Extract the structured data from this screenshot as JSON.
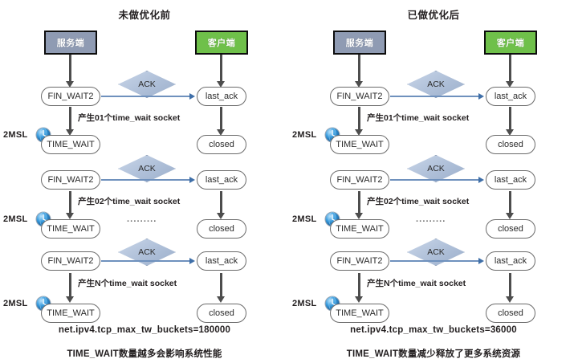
{
  "diagram": {
    "endpoints": {
      "server_label": "服务端",
      "client_label": "客户端",
      "server_color": "#8f9bb3",
      "client_color": "#6fc04a"
    },
    "states": {
      "fin_wait2": "FIN_WAIT2",
      "time_wait": "TIME_WAIT",
      "last_ack": "last_ack",
      "closed": "closed"
    },
    "message_label": "ACK",
    "msl_label": "2MSL",
    "ellipsis": "·········",
    "clock_icon_name": "clock-globe-icon"
  },
  "panels": [
    {
      "title": "未做优化前",
      "rows": [
        {
          "socket_note": "产生01个time_wait socket"
        },
        {
          "socket_note": "产生02个time_wait socket"
        },
        {
          "socket_note": "产生N个time_wait socket"
        }
      ],
      "sysctl": "net.ipv4.tcp_max_tw_buckets=180000",
      "summary": "TIME_WAIT数量越多会影响系统性能"
    },
    {
      "title": "已做优化后",
      "rows": [
        {
          "socket_note": "产生01个time_wait socket"
        },
        {
          "socket_note": "产生02个time_wait socket"
        },
        {
          "socket_note": "产生N个time_wait socket"
        }
      ],
      "sysctl": "net.ipv4.tcp_max_tw_buckets=36000",
      "summary": "TIME_WAIT数量减少释放了更多系统资源"
    }
  ]
}
